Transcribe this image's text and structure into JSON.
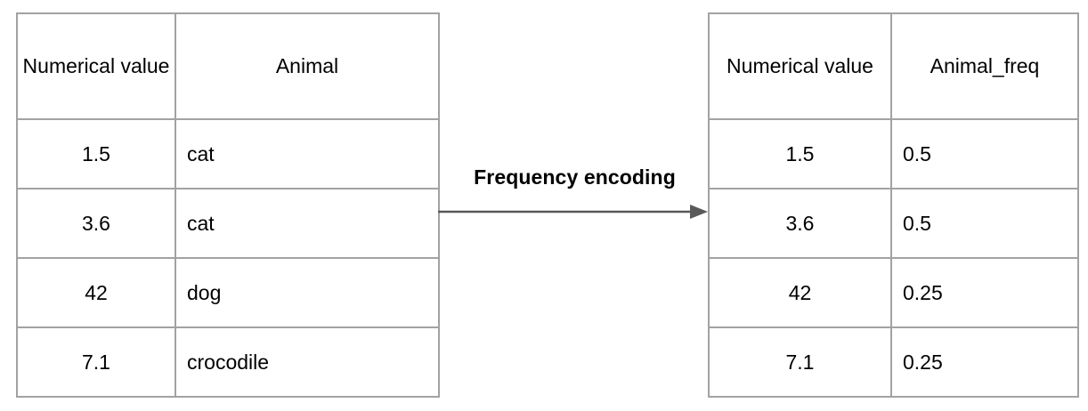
{
  "diagram": {
    "title_label": "Frequency encoding",
    "arrow_name": "right-arrow",
    "colors": {
      "border": "#a2a2a2",
      "arrow": "#595959",
      "text": "#000000",
      "background": "#ffffff"
    }
  },
  "source_table": {
    "name": "original-data-table",
    "headers": [
      "Numerical value",
      "Animal"
    ],
    "rows": [
      {
        "value": "1.5",
        "animal": "cat"
      },
      {
        "value": "3.6",
        "animal": "cat"
      },
      {
        "value": "42",
        "animal": "dog"
      },
      {
        "value": "7.1",
        "animal": "crocodile"
      }
    ]
  },
  "result_table": {
    "name": "encoded-data-table",
    "headers": [
      "Numerical value",
      "Animal_freq"
    ],
    "rows": [
      {
        "value": "1.5",
        "freq": "0.5"
      },
      {
        "value": "3.6",
        "freq": "0.5"
      },
      {
        "value": "42",
        "freq": "0.25"
      },
      {
        "value": "7.1",
        "freq": "0.25"
      }
    ]
  }
}
